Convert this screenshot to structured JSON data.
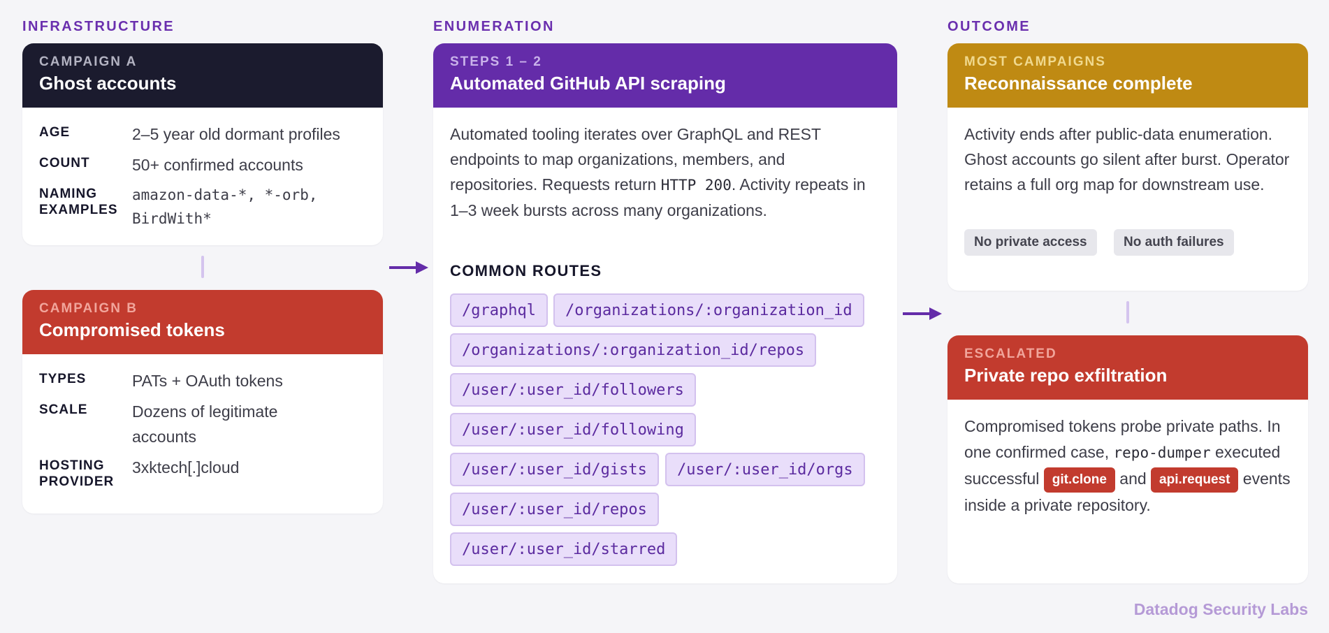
{
  "columns": {
    "infrastructure": "INFRASTRUCTURE",
    "enumeration": "ENUMERATION",
    "outcome": "OUTCOME"
  },
  "campaign_a": {
    "kicker": "CAMPAIGN A",
    "title": "Ghost accounts",
    "rows": [
      {
        "key": "AGE",
        "value": "2–5 year old dormant profiles"
      },
      {
        "key": "COUNT",
        "value": "50+ confirmed accounts"
      },
      {
        "key1": "NAMING",
        "key2": "EXAMPLES",
        "value1": "amazon-data-*, *-orb,",
        "value2": "BirdWith*"
      }
    ]
  },
  "campaign_b": {
    "kicker": "CAMPAIGN B",
    "title": "Compromised tokens",
    "rows": [
      {
        "key": "TYPES",
        "value": "PATs + OAuth tokens"
      },
      {
        "key": "SCALE",
        "value1": "Dozens of legitimate",
        "value2": "accounts"
      },
      {
        "key1": "HOSTING",
        "key2": "PROVIDER",
        "value": "3xktech[.]cloud"
      }
    ]
  },
  "enumeration_card": {
    "kicker": "STEPS 1 – 2",
    "title": "Automated GitHub API scraping",
    "desc_1": "Automated tooling iterates over GraphQL and REST endpoints to map organizations, members, and repositories. Requests return ",
    "desc_code": "HTTP 200",
    "desc_2": ". Activity repeats in 1–3 week bursts across many organizations.",
    "routes_title": "COMMON ROUTES",
    "routes": [
      "/graphql",
      "/organizations/:organization_id",
      "/organizations/:organization_id/repos",
      "/user/:user_id/followers",
      "/user/:user_id/following",
      "/user/:user_id/gists",
      "/user/:user_id/orgs",
      "/user/:user_id/repos",
      "/user/:user_id/starred"
    ]
  },
  "outcome_recon": {
    "kicker": "MOST CAMPAIGNS",
    "title": "Reconnaissance complete",
    "desc": "Activity ends after public-data enumeration. Ghost accounts go silent after burst. Operator retains a full org map for downstream use.",
    "tags": [
      "No private access",
      "No auth failures"
    ]
  },
  "outcome_escalated": {
    "kicker": "ESCALATED",
    "title": "Private repo exfiltration",
    "desc_1": "Compromised tokens probe private paths. In one confirmed case, ",
    "desc_code": "repo-dumper",
    "desc_2": " executed successful ",
    "pill_1": "git.clone",
    "desc_3": " and ",
    "pill_2": "api.request",
    "desc_4": " events inside a private repository."
  },
  "footer": "Datadog Security Labs",
  "colors": {
    "accent_purple": "#642ca9",
    "dark": "#1b1b2e",
    "red": "#c23b2e",
    "gold": "#bf8a13"
  }
}
